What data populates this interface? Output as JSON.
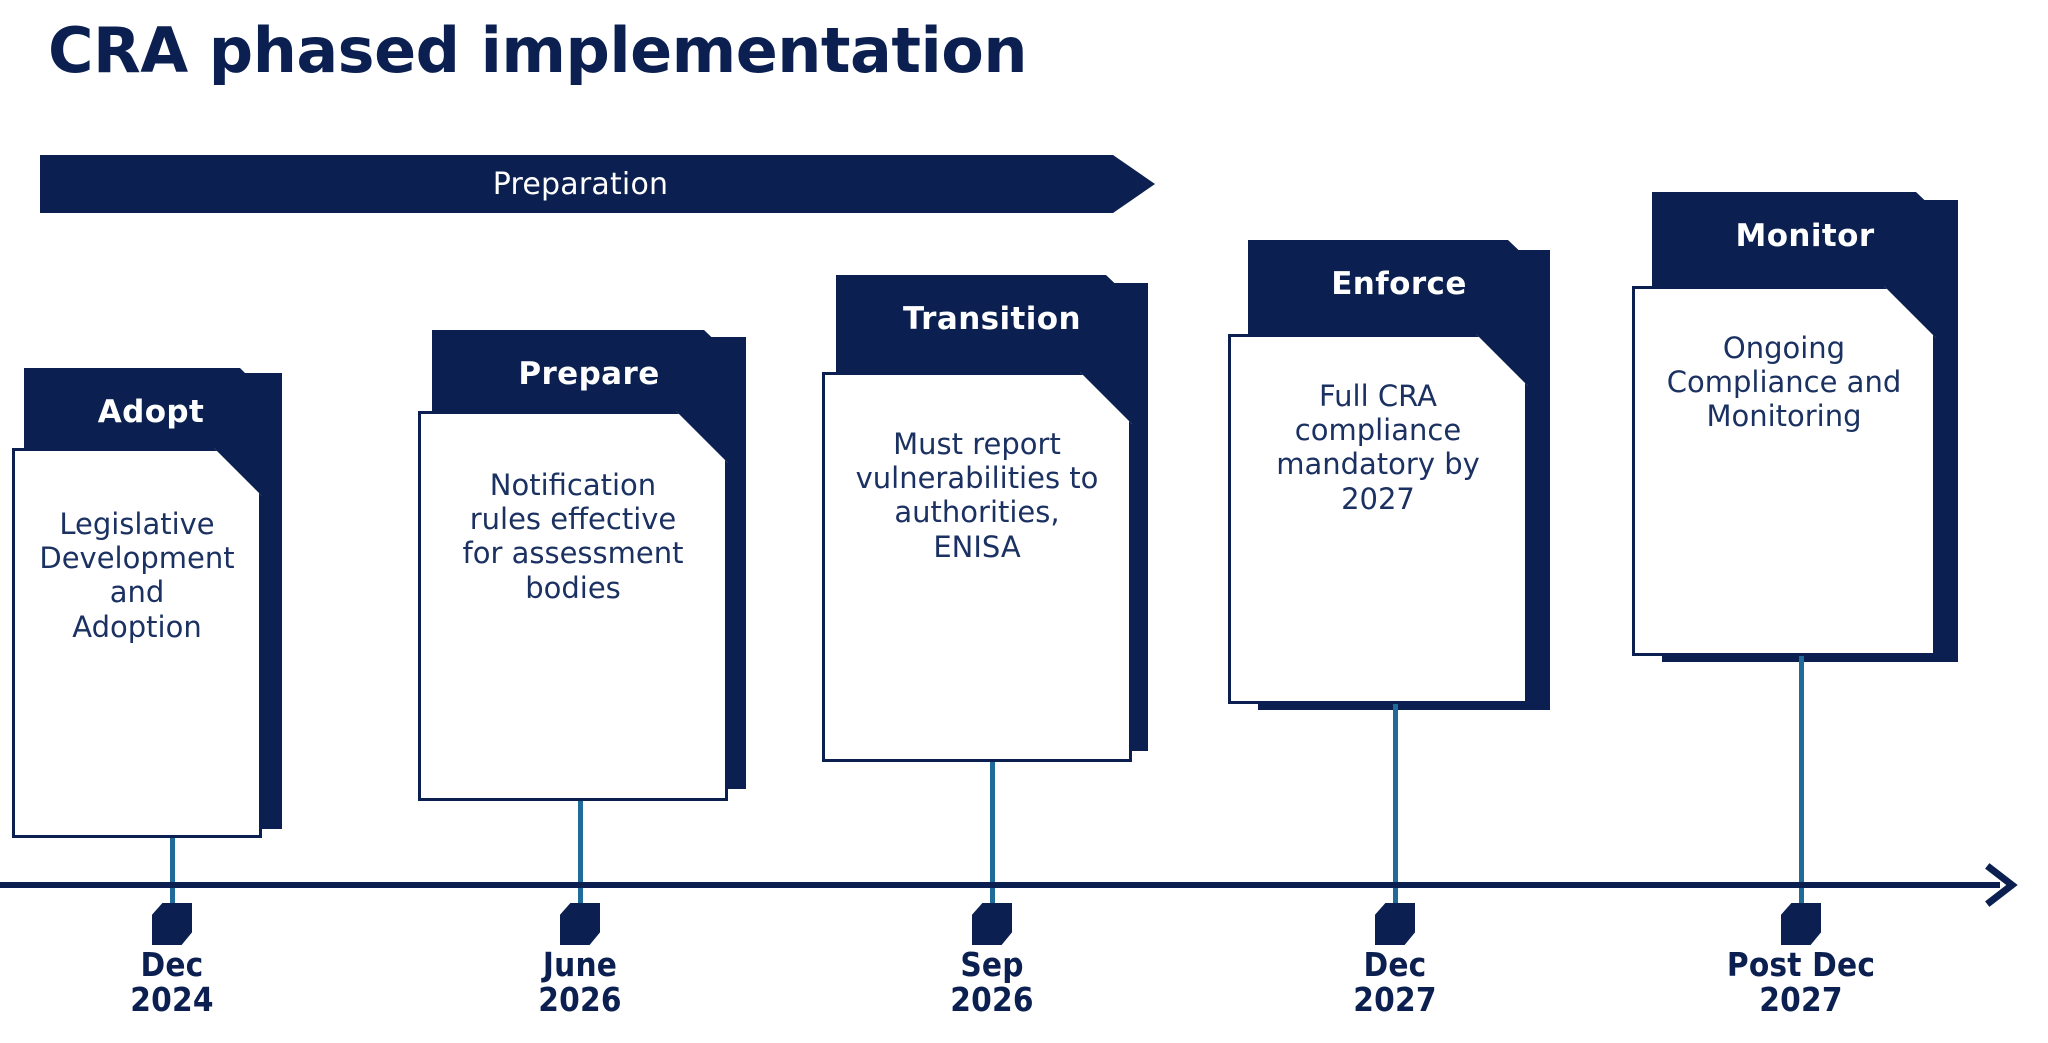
{
  "title": "CRA phased implementation",
  "banner": {
    "label": "Preparation"
  },
  "colors": {
    "navy": "#0B2050",
    "body_text": "#1B3161",
    "connector": "#1F6B99",
    "card_background": "#FFFFFF",
    "page_background": "#FFFFFF"
  },
  "axis": {
    "arrow_icon": "arrow-right-icon"
  },
  "milestones": [
    {
      "phase": "Adopt",
      "description": "Legislative\nDevelopment and\nAdoption",
      "date": "Dec\n2024",
      "date_month": "Dec",
      "date_year": "2024",
      "marker_icon": "timeline-marker-icon"
    },
    {
      "phase": "Prepare",
      "description": "Notification\nrules effective\nfor assessment\nbodies",
      "date": "June\n2026",
      "date_month": "June",
      "date_year": "2026",
      "marker_icon": "timeline-marker-icon"
    },
    {
      "phase": "Transition",
      "description": "Must report\nvulnerabilities to\nauthorities,\nENISA",
      "date": "Sep\n2026",
      "date_month": "Sep",
      "date_year": "2026",
      "marker_icon": "timeline-marker-icon"
    },
    {
      "phase": "Enforce",
      "description": "Full CRA\ncompliance\nmandatory by\n2027",
      "date": "Dec\n2027",
      "date_month": "Dec",
      "date_year": "2027",
      "marker_icon": "timeline-marker-icon"
    },
    {
      "phase": "Monitor",
      "description": "Ongoing\nCompliance and\nMonitoring",
      "date": "Post Dec\n2027",
      "date_month": "Post Dec",
      "date_year": "2027",
      "marker_icon": "timeline-marker-icon"
    }
  ]
}
